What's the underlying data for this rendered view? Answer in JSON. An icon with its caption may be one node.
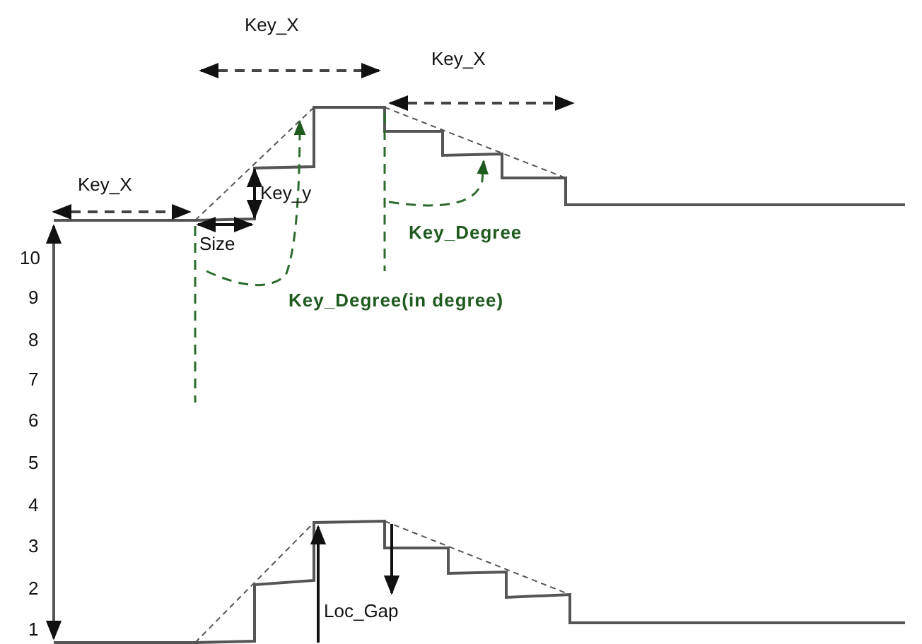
{
  "diagram": {
    "labels": [
      "Key_X",
      "Key_X",
      "Key_X",
      "Key_y",
      "Size",
      "10",
      "Key_Degree",
      "9",
      "Key_Degree(in degree)",
      "8",
      "7",
      "6",
      "5",
      "4",
      "3",
      "2",
      "Loc_Gap",
      "1"
    ]
  }
}
